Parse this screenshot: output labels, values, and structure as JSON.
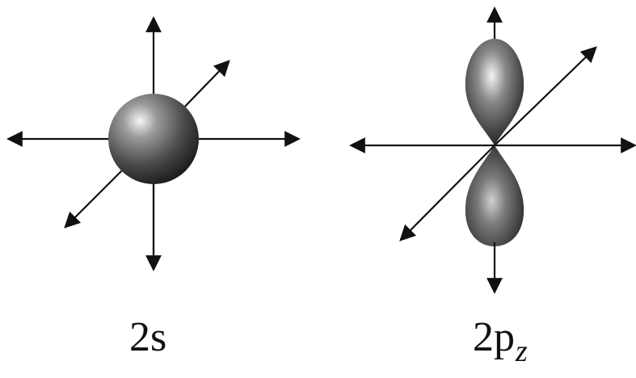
{
  "orbitals": {
    "s": {
      "label": "2s"
    },
    "pz": {
      "label_main": "2p",
      "label_sub": "z"
    }
  },
  "colors": {
    "ink": "#111111",
    "shade_dark": "#2a2a2a",
    "shade_mid": "#8a8a8a",
    "highlight": "#f5f5f5"
  }
}
